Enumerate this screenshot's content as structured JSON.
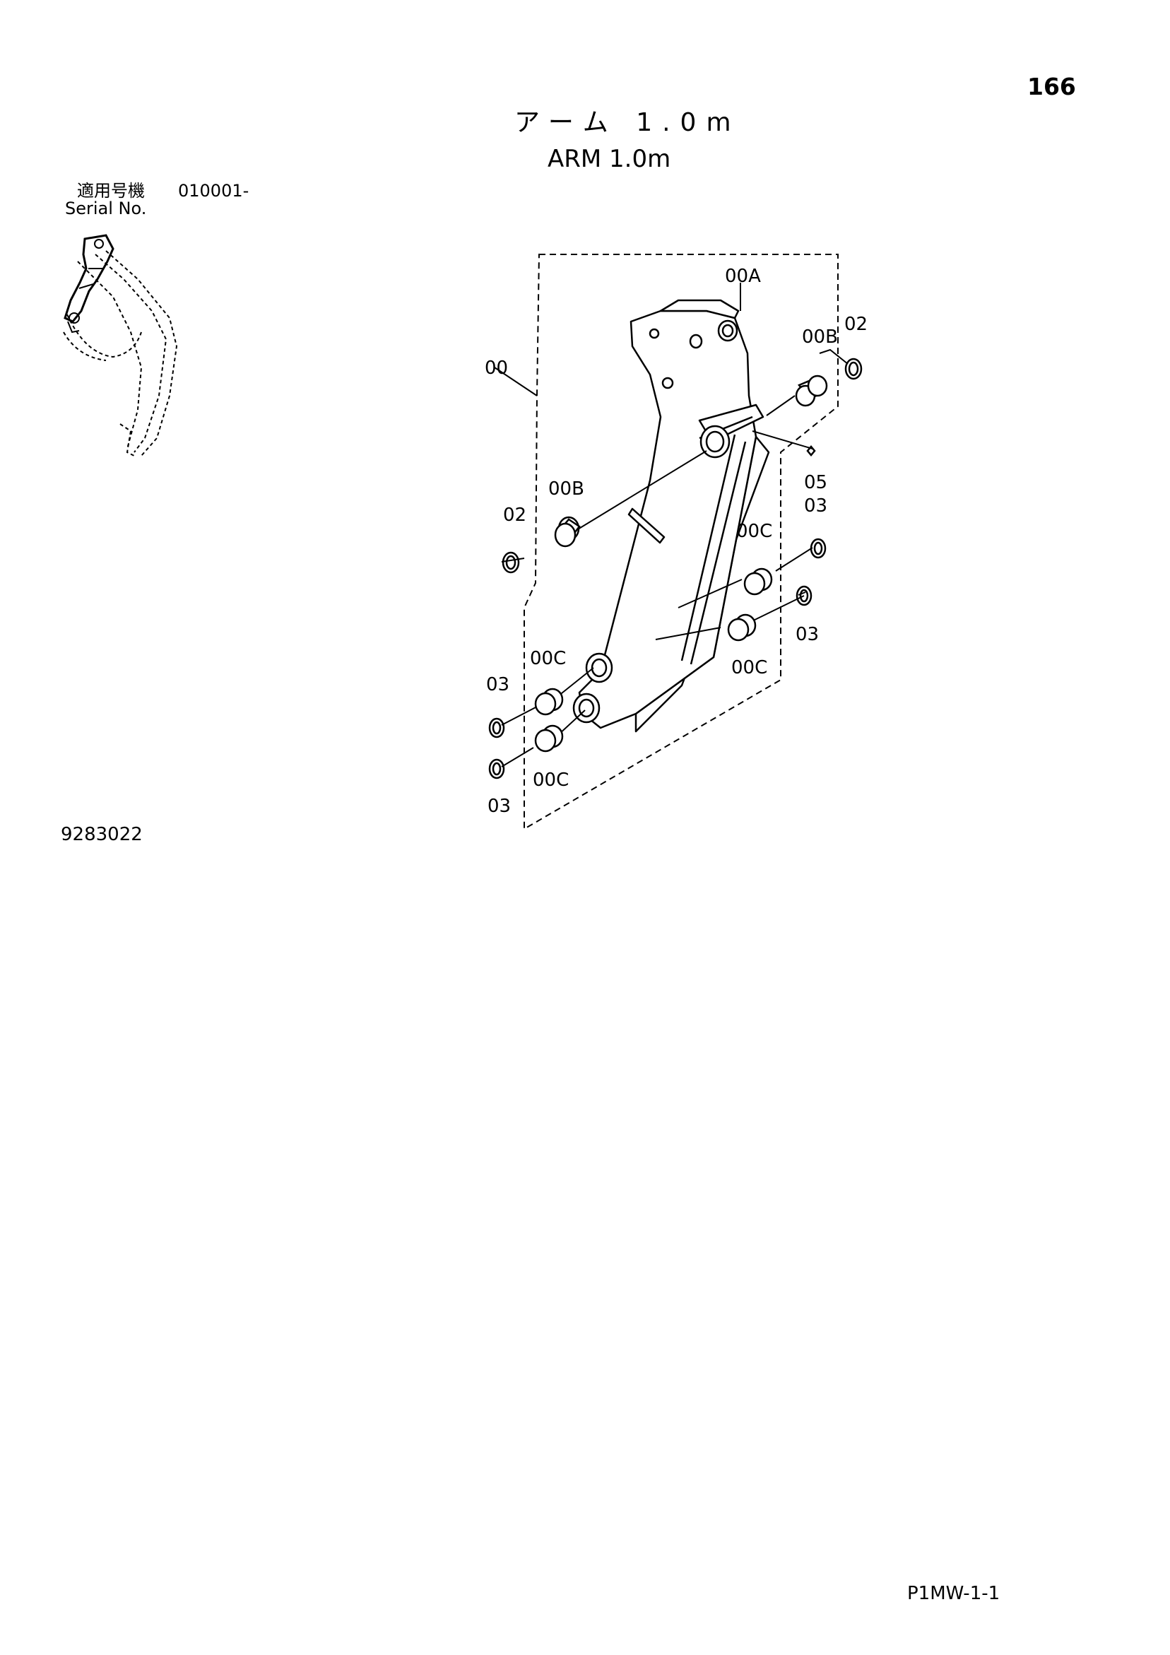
{
  "page_number": "166",
  "title_jp": "アーム 1.0m",
  "title_en": "ARM 1.0m",
  "serial": {
    "label_jp": "適用号機",
    "value": "010001-",
    "label_en": "Serial No."
  },
  "diagram_number": "9283022",
  "footer_code": "P1MW-1-1",
  "callouts": {
    "c00": "00",
    "c00A": "00A",
    "c00B_top": "00B",
    "c02_top": "02",
    "c05": "05",
    "c03_right_top": "03",
    "c00B_left": "00B",
    "c02_left": "02",
    "c00C_right_top": "00C",
    "c03_right_bottom": "03",
    "c00C_right_bottom": "00C",
    "c00C_left_top": "00C",
    "c03_left_top": "03",
    "c00C_left_bottom": "00C",
    "c03_left_bottom": "03"
  }
}
